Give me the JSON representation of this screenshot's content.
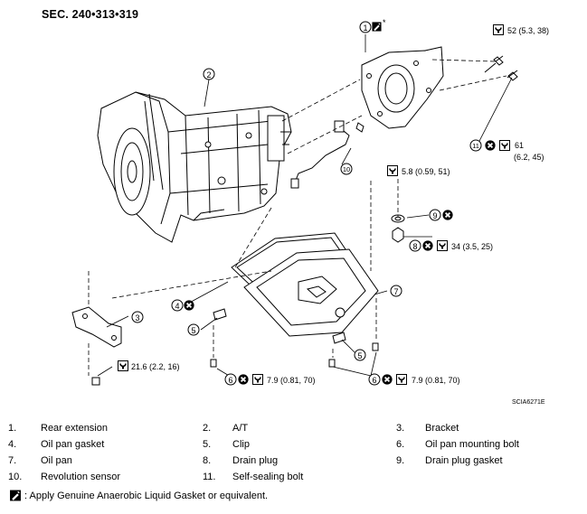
{
  "section_title": "SEC. 240•313•319",
  "figure_code": "SCIA6271E",
  "callouts": {
    "c1": "1",
    "c2": "2",
    "c3": "3",
    "c4": "4",
    "c5a": "5",
    "c5b": "5",
    "c6a": "6",
    "c6b": "6",
    "c7": "7",
    "c8": "8",
    "c9": "9",
    "c10": "10",
    "c11": "11"
  },
  "asterisk": "*",
  "torques": {
    "t52": "52 (5.3, 38)",
    "t61a": "61",
    "t61b": "(6.2, 45)",
    "t58": "5.8 (0.59, 51)",
    "t34": "34 (3.5, 25)",
    "t216": "21.6 (2.2, 16)",
    "t79a": "7.9 (0.81, 70)",
    "t79b": "7.9 (0.81, 70)"
  },
  "symbols": {
    "torque_icon": "torque-wrench-icon",
    "do_not_reuse_icon": "do-not-reuse-icon",
    "sealant_icon": "liquid-gasket-icon"
  },
  "legend": [
    [
      {
        "num": "1.",
        "label": "Rear extension"
      },
      {
        "num": "2.",
        "label": "A/T"
      },
      {
        "num": "3.",
        "label": "Bracket"
      }
    ],
    [
      {
        "num": "4.",
        "label": "Oil pan gasket"
      },
      {
        "num": "5.",
        "label": "Clip"
      },
      {
        "num": "6.",
        "label": "Oil pan mounting bolt"
      }
    ],
    [
      {
        "num": "7.",
        "label": "Oil pan"
      },
      {
        "num": "8.",
        "label": "Drain plug"
      },
      {
        "num": "9.",
        "label": "Drain plug gasket"
      }
    ],
    [
      {
        "num": "10.",
        "label": "Revolution sensor"
      },
      {
        "num": "11.",
        "label": "Self-sealing bolt"
      },
      {
        "num": "",
        "label": ""
      }
    ]
  ],
  "note": ": Apply Genuine Anaerobic Liquid Gasket or equivalent."
}
